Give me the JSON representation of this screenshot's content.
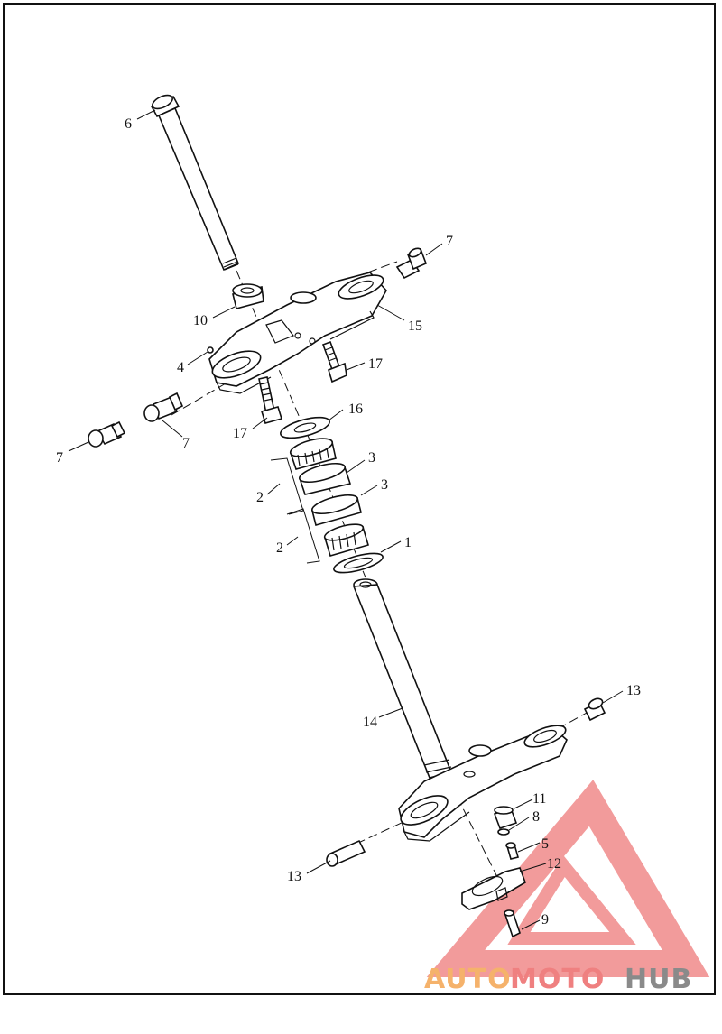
{
  "diagram": {
    "callouts": [
      {
        "id": "c1",
        "text": "1"
      },
      {
        "id": "c2a",
        "text": "2"
      },
      {
        "id": "c2b",
        "text": "2"
      },
      {
        "id": "c3a",
        "text": "3"
      },
      {
        "id": "c3b",
        "text": "3"
      },
      {
        "id": "c4",
        "text": "4"
      },
      {
        "id": "c5",
        "text": "5"
      },
      {
        "id": "c6",
        "text": "6"
      },
      {
        "id": "c7a",
        "text": "7"
      },
      {
        "id": "c7b",
        "text": "7"
      },
      {
        "id": "c7c",
        "text": "7"
      },
      {
        "id": "c8",
        "text": "8"
      },
      {
        "id": "c9",
        "text": "9"
      },
      {
        "id": "c10",
        "text": "10"
      },
      {
        "id": "c11",
        "text": "11"
      },
      {
        "id": "c12",
        "text": "12"
      },
      {
        "id": "c13a",
        "text": "13"
      },
      {
        "id": "c13b",
        "text": "13"
      },
      {
        "id": "c14",
        "text": "14"
      },
      {
        "id": "c15",
        "text": "15"
      },
      {
        "id": "c16",
        "text": "16"
      },
      {
        "id": "c17a",
        "text": "17"
      },
      {
        "id": "c17b",
        "text": "17"
      }
    ]
  },
  "watermark": {
    "part1": "AUTO",
    "part2": "MOTO",
    "part3": "HUB",
    "colors": {
      "auto": "#f5b26b",
      "moto": "#ef8080",
      "hub": "#8a8a8a",
      "triangle": "#f08a8a"
    }
  }
}
